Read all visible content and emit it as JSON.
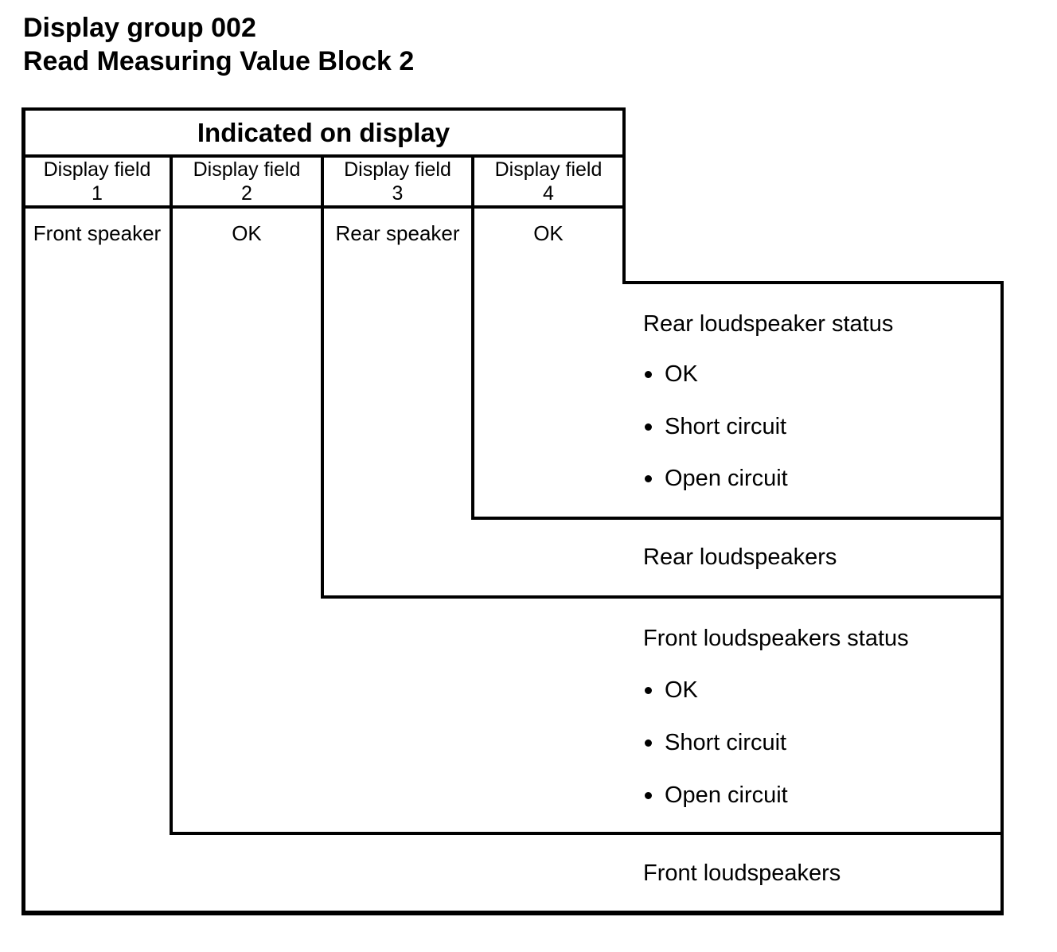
{
  "title": {
    "line1": "Display group 002",
    "line2": "Read Measuring Value Block 2"
  },
  "table": {
    "header": "Indicated on display",
    "columns": [
      {
        "label": "Display field",
        "number": "1",
        "value": "Front speaker"
      },
      {
        "label": "Display field",
        "number": "2",
        "value": "OK"
      },
      {
        "label": "Display field",
        "number": "3",
        "value": "Rear speaker"
      },
      {
        "label": "Display field",
        "number": "4",
        "value": "OK"
      }
    ]
  },
  "annotations": {
    "rear_status": {
      "label": "Rear loudspeaker status",
      "bullets": [
        "OK",
        "Short circuit",
        "Open circuit"
      ]
    },
    "rear": {
      "label": "Rear loudspeakers"
    },
    "front_status": {
      "label": "Front loudspeakers status",
      "bullets": [
        "OK",
        "Short circuit",
        "Open circuit"
      ]
    },
    "front": {
      "label": "Front loudspeakers"
    }
  },
  "colors": {
    "line": "#000000",
    "background": "#ffffff",
    "text": "#000000"
  }
}
